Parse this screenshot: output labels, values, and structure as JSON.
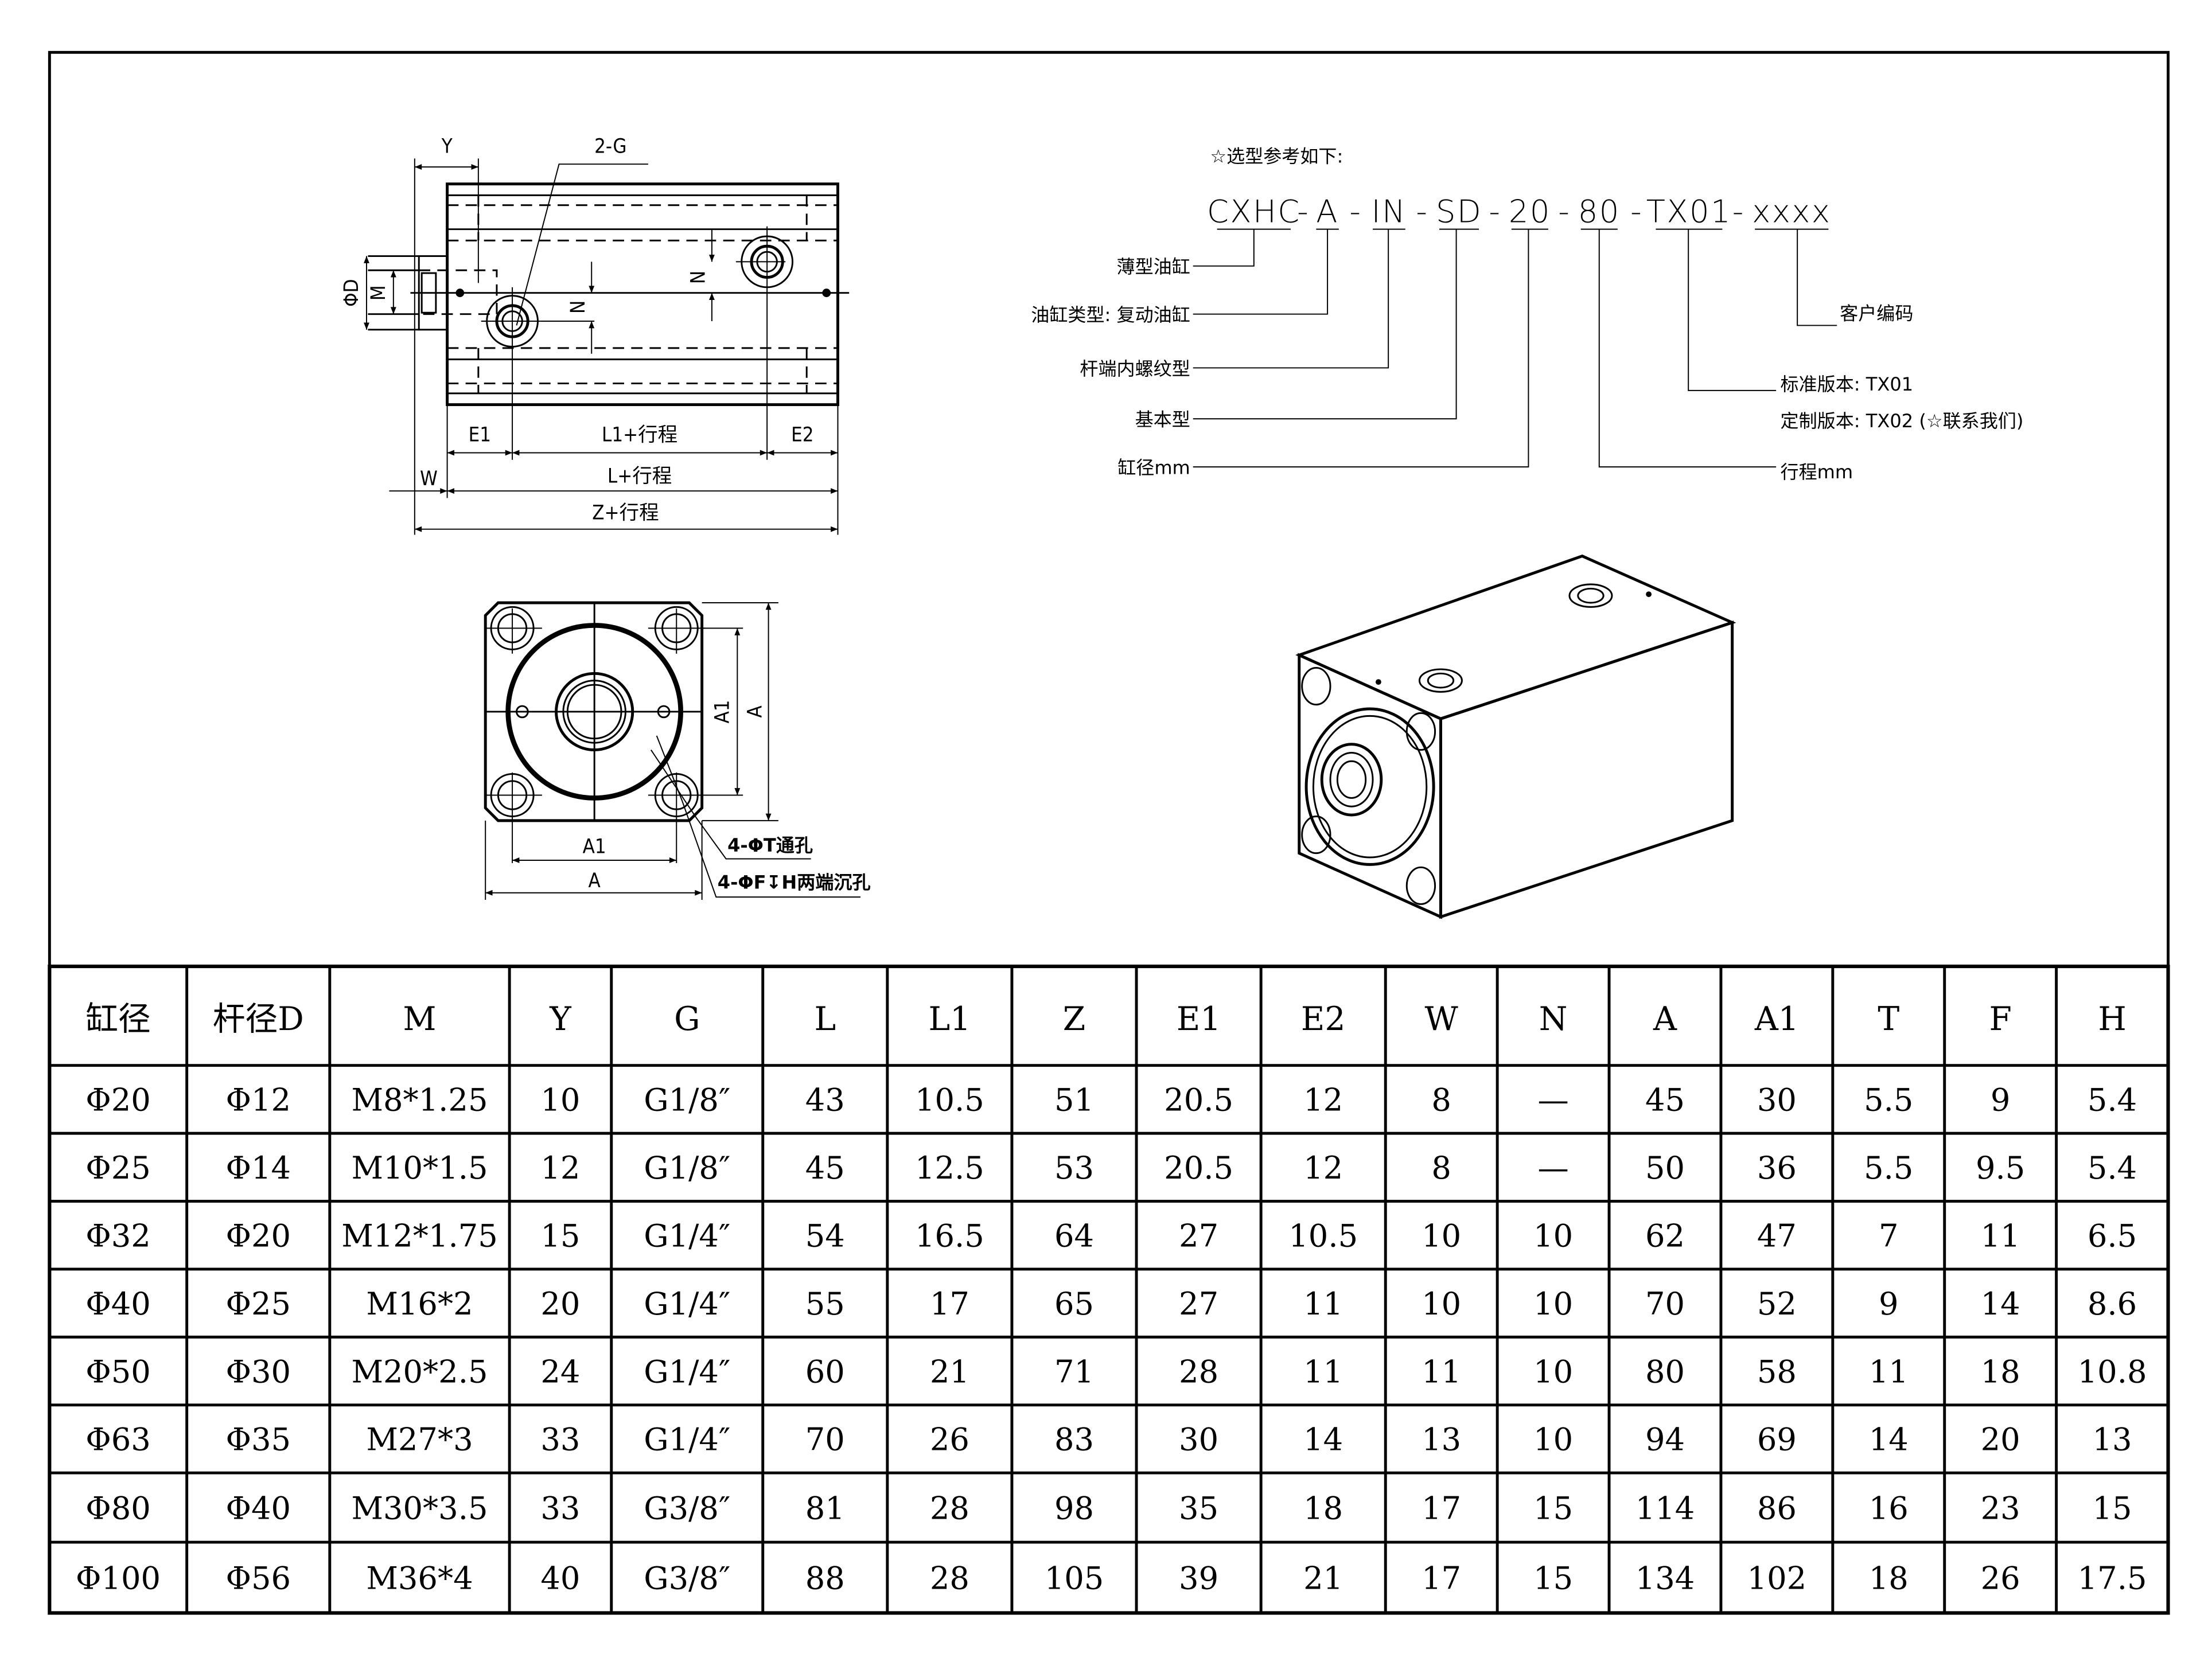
{
  "side_view": {
    "label_y": "Y",
    "label_2g": "2-G",
    "label_phi_d": "ΦD",
    "label_m": "M",
    "label_n1": "N",
    "label_n2": "N",
    "label_e1": "E1",
    "label_l1": "L1+行程",
    "label_e2": "E2",
    "label_w": "W",
    "label_l": "L+行程",
    "label_z": "Z+行程"
  },
  "front_view": {
    "label_a1_v": "A1",
    "label_a_v": "A",
    "label_a1_h": "A1",
    "label_a_h": "A",
    "note_through": "4-ΦT通孔",
    "note_counterbore": "4-ΦF↧H两端沉孔"
  },
  "model_code": {
    "title": "☆选型参考如下:",
    "segments": [
      "CXHC",
      "A",
      "IN",
      "SD",
      "20",
      "80",
      "TX01",
      "xxxx"
    ],
    "separator": "-",
    "desc_thin_cylinder": "薄型油缸",
    "desc_type": "油缸类型: 复动油缸",
    "desc_rod_end": "杆端内螺纹型",
    "desc_basic": "基本型",
    "desc_bore": "缸径mm",
    "desc_customer": "客户编码",
    "desc_std_version": "标准版本: TX01",
    "desc_custom_version": "定制版本: TX02 (☆联系我们)",
    "desc_stroke": "行程mm"
  },
  "table": {
    "headers": [
      "缸径",
      "杆径D",
      "M",
      "Y",
      "G",
      "L",
      "L1",
      "Z",
      "E1",
      "E2",
      "W",
      "N",
      "A",
      "A1",
      "T",
      "F",
      "H"
    ],
    "rows": [
      [
        "Φ20",
        "Φ12",
        "M8*1.25",
        "10",
        "G1/8″",
        "43",
        "10.5",
        "51",
        "20.5",
        "12",
        "8",
        "—",
        "45",
        "30",
        "5.5",
        "9",
        "5.4"
      ],
      [
        "Φ25",
        "Φ14",
        "M10*1.5",
        "12",
        "G1/8″",
        "45",
        "12.5",
        "53",
        "20.5",
        "12",
        "8",
        "—",
        "50",
        "36",
        "5.5",
        "9.5",
        "5.4"
      ],
      [
        "Φ32",
        "Φ20",
        "M12*1.75",
        "15",
        "G1/4″",
        "54",
        "16.5",
        "64",
        "27",
        "10.5",
        "10",
        "10",
        "62",
        "47",
        "7",
        "11",
        "6.5"
      ],
      [
        "Φ40",
        "Φ25",
        "M16*2",
        "20",
        "G1/4″",
        "55",
        "17",
        "65",
        "27",
        "11",
        "10",
        "10",
        "70",
        "52",
        "9",
        "14",
        "8.6"
      ],
      [
        "Φ50",
        "Φ30",
        "M20*2.5",
        "24",
        "G1/4″",
        "60",
        "21",
        "71",
        "28",
        "11",
        "11",
        "10",
        "80",
        "58",
        "11",
        "18",
        "10.8"
      ],
      [
        "Φ63",
        "Φ35",
        "M27*3",
        "33",
        "G1/4″",
        "70",
        "26",
        "83",
        "30",
        "14",
        "13",
        "10",
        "94",
        "69",
        "14",
        "20",
        "13"
      ],
      [
        "Φ80",
        "Φ40",
        "M30*3.5",
        "33",
        "G3/8″",
        "81",
        "28",
        "98",
        "35",
        "18",
        "17",
        "15",
        "114",
        "86",
        "16",
        "23",
        "15"
      ],
      [
        "Φ100",
        "Φ56",
        "M36*4",
        "40",
        "G3/8″",
        "88",
        "28",
        "105",
        "39",
        "21",
        "17",
        "15",
        "134",
        "102",
        "18",
        "26",
        "17.5"
      ]
    ]
  }
}
